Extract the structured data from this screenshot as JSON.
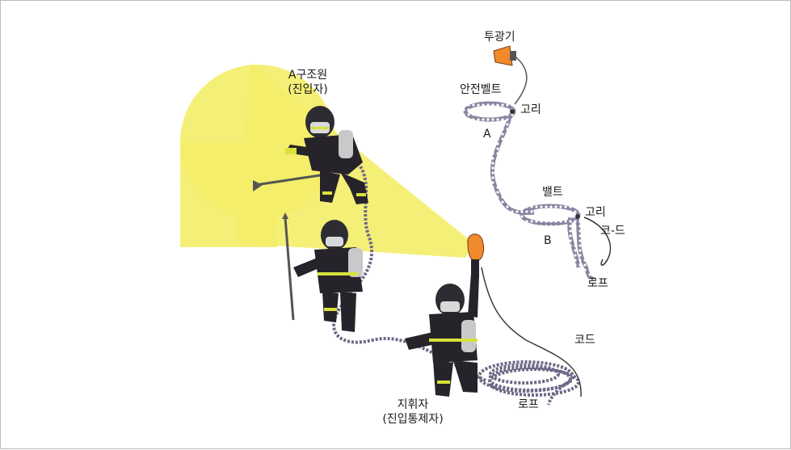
{
  "labels": {
    "rescuer_a": "A구조원",
    "rescuer_a_role": "(진입자)",
    "floodlight": "투광기",
    "safety_belt": "안전벨트",
    "hook_top": "고리",
    "marker_a": "A",
    "belt": "밸트",
    "hook_mid": "고리",
    "marker_b": "B",
    "cord_top": "코-드",
    "rope_top": "로프",
    "cord_bottom": "코드",
    "commander": "지휘자",
    "commander_role": "(진입통제자)",
    "rope_bottom": "로프"
  },
  "colors": {
    "light_beam": "#f3ee6a",
    "turnout_gear": "#26232a",
    "reflective_stripe": "#d8e23a",
    "lamp": "#f08a2a",
    "rope": "#7a7490",
    "helmet": "#2e2c33"
  }
}
